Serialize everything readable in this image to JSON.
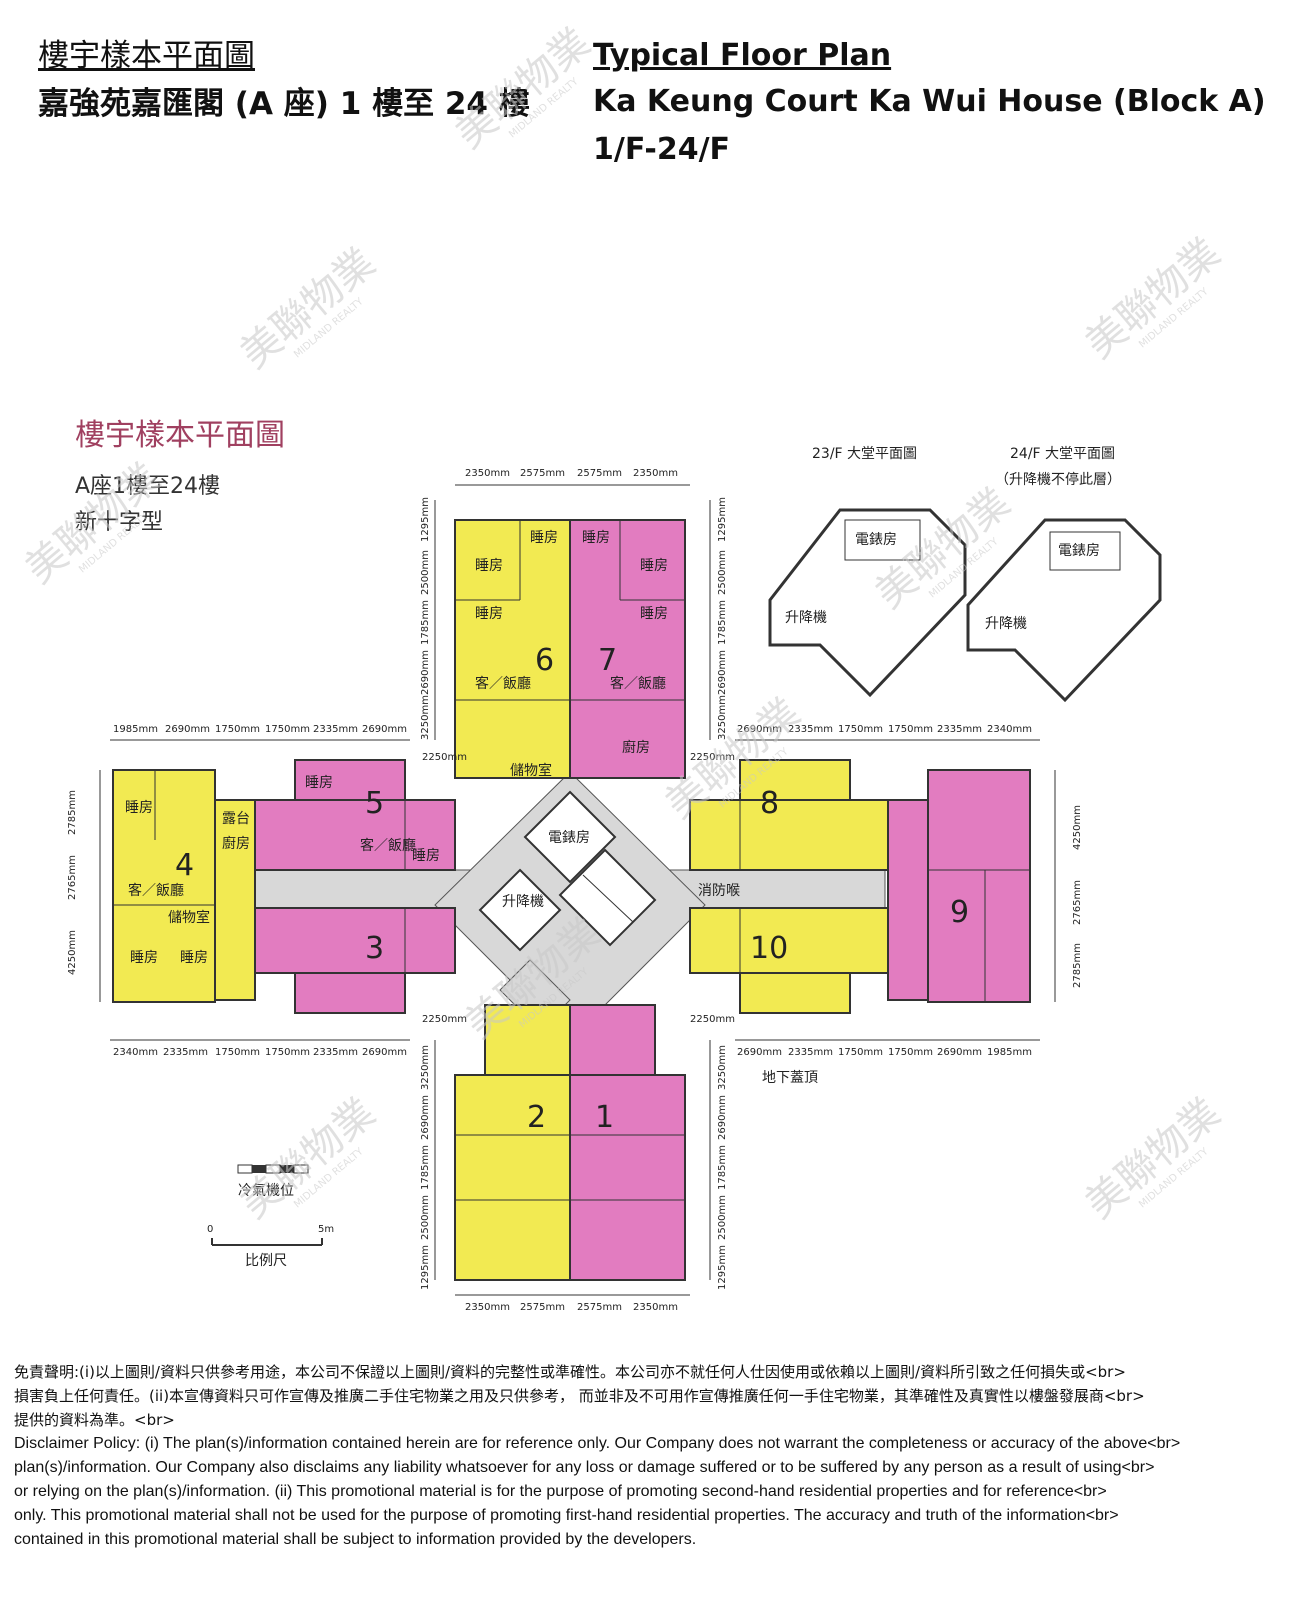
{
  "header": {
    "zh_title": "樓宇樣本平面圖",
    "zh_subtitle": "嘉強苑嘉匯閣 (A 座) 1 樓至 24 樓",
    "en_title": "Typical Floor Plan",
    "en_subtitle": "Ka Keung Court Ka Wui House (Block A)",
    "en_floors": "1/F-24/F"
  },
  "plan": {
    "title": "樓宇樣本平面圖",
    "block_floors": "A座1樓至24樓",
    "layout_type": "新十字型",
    "lobby_23f": "23/F 大堂平面圖",
    "lobby_24f_line1": "24/F 大堂平面圖",
    "lobby_24f_line2": "（升降機不停此層）",
    "labels": {
      "bedroom": "睡房",
      "living_dining": "客／飯廳",
      "storeroom": "儲物室",
      "kitchen": "廚房",
      "balcony": "露台",
      "lift": "升降機",
      "electric_room": "電錶房",
      "fire_hose": "消防喉",
      "basement_roof": "地下蓋頂",
      "ac_position": "冷氣機位",
      "scale": "比例尺",
      "scale_zero": "0",
      "scale_five": "5m"
    },
    "units": [
      "1",
      "2",
      "3",
      "4",
      "5",
      "6",
      "7",
      "8",
      "9",
      "10"
    ],
    "dims": {
      "top": [
        "2350mm",
        "2575mm",
        "2575mm",
        "2350mm"
      ],
      "bottom": [
        "2350mm",
        "2575mm",
        "2575mm",
        "2350mm"
      ],
      "upper_left": [
        "1985mm",
        "2690mm",
        "1750mm",
        "1750mm",
        "2335mm",
        "2690mm"
      ],
      "upper_right": [
        "2690mm",
        "2335mm",
        "1750mm",
        "1750mm",
        "2335mm",
        "2340mm"
      ],
      "lower_left": [
        "2340mm",
        "2335mm",
        "1750mm",
        "1750mm",
        "2335mm",
        "2690mm"
      ],
      "lower_right": [
        "2690mm",
        "2335mm",
        "1750mm",
        "1750mm",
        "2690mm",
        "1985mm"
      ],
      "left_side": [
        "2785mm",
        "2765mm",
        "4250mm"
      ],
      "right_side": [
        "4250mm",
        "2765mm",
        "2785mm"
      ],
      "arm_vertical_upper": [
        "1295mm",
        "2500mm",
        "1785mm",
        "2690mm",
        "3250mm"
      ],
      "arm_vertical_lower": [
        "3250mm",
        "2690mm",
        "1785mm",
        "2500mm",
        "1295mm"
      ],
      "corridor": "2250mm"
    }
  },
  "colors": {
    "yellow_unit": "#f2ea52",
    "pink_unit": "#e27cc0",
    "corridor": "#d8d8d8",
    "watermark": "#c8c8c8"
  },
  "watermark": {
    "zh": "美聯物業",
    "en": "MIDLAND REALTY"
  },
  "disclaimer": {
    "zh_1": "免責聲明:(i)以上圖則/資料只供參考用途，本公司不保證以上圖則/資料的完整性或準確性。本公司亦不就任何人仕因使用或依賴以上圖則/資料所引致之任何損失或<br>",
    "zh_2": "損害負上任何責任。(ii)本宣傳資料只可作宣傳及推廣二手住宅物業之用及只供參考， 而並非及不可用作宣傳推廣任何一手住宅物業，其準確性及真實性以樓盤發展商<br>",
    "zh_3": "提供的資料為準。<br>",
    "en_1": "Disclaimer Policy: (i) The plan(s)/information contained herein are for reference only. Our Company does not warrant the completeness or accuracy of the above<br>",
    "en_2": "plan(s)/information. Our Company also disclaims any liability whatsoever for any loss or damage suffered or to be suffered by any person as a result of using<br>",
    "en_3": "or relying on the plan(s)/information. (ii) This promotional material is for the purpose of promoting second-hand residential properties and for reference<br>",
    "en_4": "only. This promotional material shall not be used for the purpose of promoting first-hand residential properties. The accuracy and truth of the information<br>",
    "en_5": "contained in this promotional material shall be subject to information provided by the developers."
  }
}
